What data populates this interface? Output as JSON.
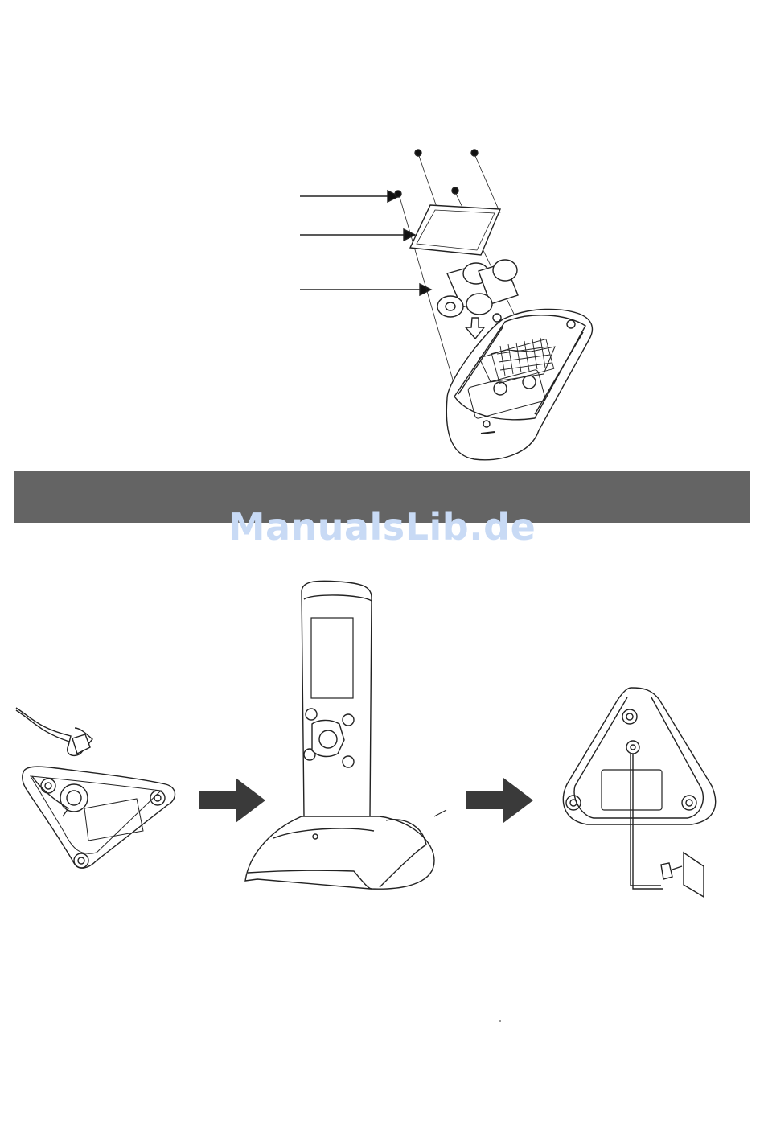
{
  "watermark": {
    "text": "ManualsLib.de",
    "color": "#c8daf5"
  },
  "section_bar": {
    "color": "#646464"
  },
  "figures": {
    "battery_install": {
      "icon": "remote-battery-compartment-exploded-diagram",
      "callout_count": 3
    },
    "dock_setup": {
      "steps": [
        "charging-base-underside-with-cable",
        "remote-seated-in-charging-base",
        "charging-base-connected-to-wall-outlet"
      ],
      "step_arrow_icon": "right-arrow-icon"
    }
  }
}
